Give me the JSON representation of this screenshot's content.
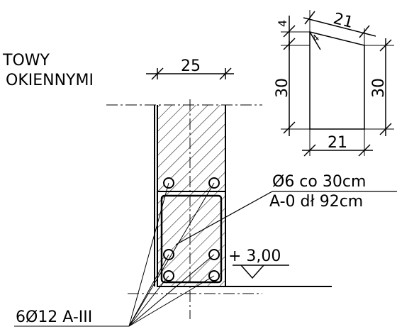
{
  "title_lines": [
    "TOWY",
    "OKIENNYMI"
  ],
  "beam": {
    "width_label": "25",
    "main_rebar_label": "6Ø12 A-III",
    "stirrup_label_line1": "Ø6 co 30cm",
    "stirrup_label_line2": "A-0 dł 92cm",
    "level_label": "+ 3,00"
  },
  "stirrup_detail": {
    "top_label": "21",
    "bottom_label": "21",
    "left_height_label": "30",
    "right_height_label": "30",
    "hook_label": "4",
    "hook_small_label": "4"
  },
  "colors": {
    "line": "#000000",
    "background": "#ffffff"
  }
}
